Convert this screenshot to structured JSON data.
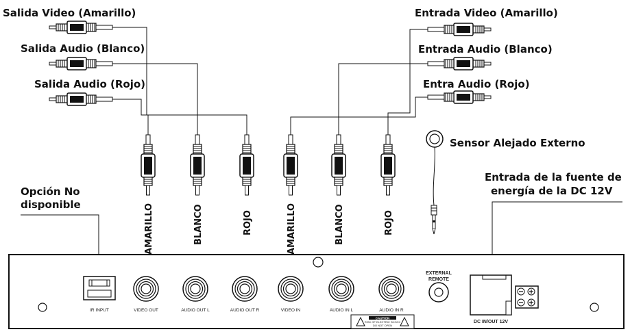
{
  "labels": {
    "salida_video": "Salida Video (Amarillo)",
    "salida_audio_blanco": "Salida Audio (Blanco)",
    "salida_audio_rojo": "Salida Audio (Rojo)",
    "entrada_video": "Entrada Video (Amarillo)",
    "entrada_audio_blanco": "Entrada Audio (Blanco)",
    "entra_audio_rojo": "Entra Audio (Rojo)",
    "sensor": "Sensor Alejado Externo",
    "opcion_line1": "Opción No",
    "opcion_line2": "disponible",
    "fuente_line1": "Entrada de la fuente de",
    "fuente_line2": "energía de la DC 12V"
  },
  "vertical_labels": [
    "AMARILLO",
    "BLANCO",
    "ROJO",
    "AMARILLO",
    "BLANCO",
    "ROJO"
  ],
  "ports": {
    "ir_input": "IR INPUT",
    "video_out": "VIDEO OUT",
    "audio_out_l": "AUDIO OUT L",
    "audio_out_r": "AUDIO OUT R",
    "video_in": "VIDEO IN",
    "audio_in_l": "AUDIO IN L",
    "audio_in_r": "AUDIO IN R",
    "external": "EXTERNAL",
    "remote": "REMOTE",
    "dc": "DC IN/OUT 12V"
  },
  "caution": {
    "title": "CAUTION",
    "line1": "RISK OF ELECTRIC SHOCK",
    "line2": "DO NOT OPEN"
  }
}
